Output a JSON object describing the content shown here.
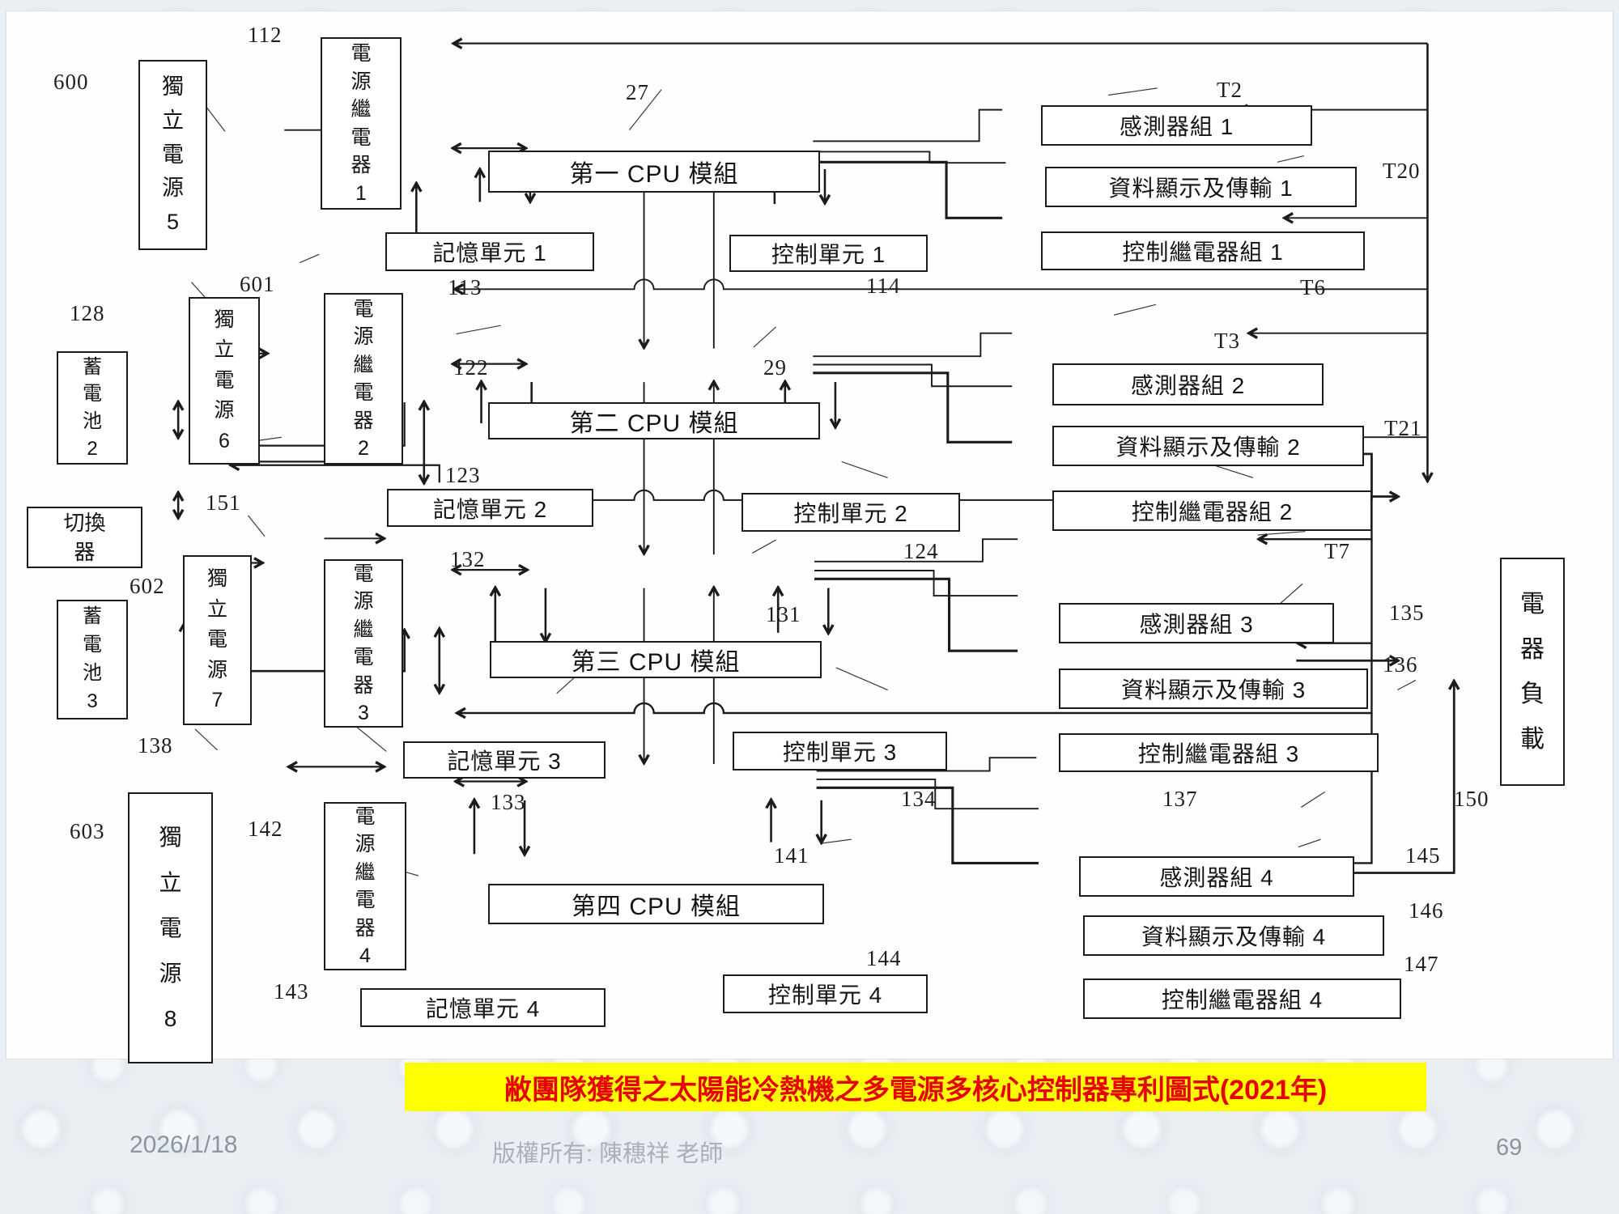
{
  "banner": {
    "text": "敝團隊獲得之太陽能冷熱機之多電源多核心控制器專利圖式(2021年)",
    "bg_color": "#ffff00",
    "text_color": "#e60000"
  },
  "footer": {
    "date": "2026/1/18",
    "copyright": "版權所有: 陳穗祥 老師",
    "page_number": "69"
  },
  "diagram": {
    "boxes": [
      {
        "id": "indep5",
        "label": "獨立電源5"
      },
      {
        "id": "relay1",
        "label": "電源繼電器1"
      },
      {
        "id": "cpu1",
        "label": "第一 CPU 模組"
      },
      {
        "id": "mem1",
        "label": "記憶單元 1"
      },
      {
        "id": "ctrl1",
        "label": "控制單元 1"
      },
      {
        "id": "sens1",
        "label": "感測器組 1"
      },
      {
        "id": "data1",
        "label": "資料顯示及傳輸 1"
      },
      {
        "id": "crel1",
        "label": "控制繼電器組 1"
      },
      {
        "id": "batt2",
        "label": "蓄電池2"
      },
      {
        "id": "indep6",
        "label": "獨立電源6"
      },
      {
        "id": "relay2",
        "label": "電源繼電器2"
      },
      {
        "id": "cpu2",
        "label": "第二 CPU 模組"
      },
      {
        "id": "mem2",
        "label": "記憶單元 2"
      },
      {
        "id": "ctrl2",
        "label": "控制單元 2"
      },
      {
        "id": "sens2",
        "label": "感測器組 2"
      },
      {
        "id": "data2",
        "label": "資料顯示及傳輸 2"
      },
      {
        "id": "crel2",
        "label": "控制繼電器組 2"
      },
      {
        "id": "switcher",
        "label": "切換器"
      },
      {
        "id": "batt3",
        "label": "蓄電池3"
      },
      {
        "id": "indep7",
        "label": "獨立電源7"
      },
      {
        "id": "relay3",
        "label": "電源繼電器3"
      },
      {
        "id": "cpu3",
        "label": "第三 CPU 模組"
      },
      {
        "id": "mem3",
        "label": "記憶單元 3"
      },
      {
        "id": "ctrl3",
        "label": "控制單元 3"
      },
      {
        "id": "sens3",
        "label": "感測器組 3"
      },
      {
        "id": "data3",
        "label": "資料顯示及傳輸 3"
      },
      {
        "id": "crel3",
        "label": "控制繼電器組 3"
      },
      {
        "id": "indep8",
        "label": "獨立電源8"
      },
      {
        "id": "relay4",
        "label": "電源繼電器4"
      },
      {
        "id": "cpu4",
        "label": "第四 CPU 模組"
      },
      {
        "id": "mem4",
        "label": "記憶單元 4"
      },
      {
        "id": "ctrl4",
        "label": "控制單元 4"
      },
      {
        "id": "sens4",
        "label": "感測器組 4"
      },
      {
        "id": "data4",
        "label": "資料顯示及傳輸 4"
      },
      {
        "id": "crel4",
        "label": "控制繼電器組 4"
      },
      {
        "id": "load",
        "label": "電器負載"
      }
    ],
    "ref_labels": [
      {
        "id": "600",
        "text": "600"
      },
      {
        "id": "112",
        "text": "112"
      },
      {
        "id": "27",
        "text": "27"
      },
      {
        "id": "113",
        "text": "113"
      },
      {
        "id": "114",
        "text": "114"
      },
      {
        "id": "T2",
        "text": "T2"
      },
      {
        "id": "T20",
        "text": "T20"
      },
      {
        "id": "T6",
        "text": "T6"
      },
      {
        "id": "128",
        "text": "128"
      },
      {
        "id": "601",
        "text": "601"
      },
      {
        "id": "122",
        "text": "122"
      },
      {
        "id": "29",
        "text": "29"
      },
      {
        "id": "123",
        "text": "123"
      },
      {
        "id": "124",
        "text": "124"
      },
      {
        "id": "T3",
        "text": "T3"
      },
      {
        "id": "T21",
        "text": "T21"
      },
      {
        "id": "T7",
        "text": "T7"
      },
      {
        "id": "151",
        "text": "151"
      },
      {
        "id": "602",
        "text": "602"
      },
      {
        "id": "132",
        "text": "132"
      },
      {
        "id": "131",
        "text": "131"
      },
      {
        "id": "133",
        "text": "133"
      },
      {
        "id": "134",
        "text": "134"
      },
      {
        "id": "135",
        "text": "135"
      },
      {
        "id": "136",
        "text": "136"
      },
      {
        "id": "137",
        "text": "137"
      },
      {
        "id": "150",
        "text": "150"
      },
      {
        "id": "138",
        "text": "138"
      },
      {
        "id": "603",
        "text": "603"
      },
      {
        "id": "142",
        "text": "142"
      },
      {
        "id": "141",
        "text": "141"
      },
      {
        "id": "143",
        "text": "143"
      },
      {
        "id": "144",
        "text": "144"
      },
      {
        "id": "145",
        "text": "145"
      },
      {
        "id": "146",
        "text": "146"
      },
      {
        "id": "147",
        "text": "147"
      }
    ]
  }
}
